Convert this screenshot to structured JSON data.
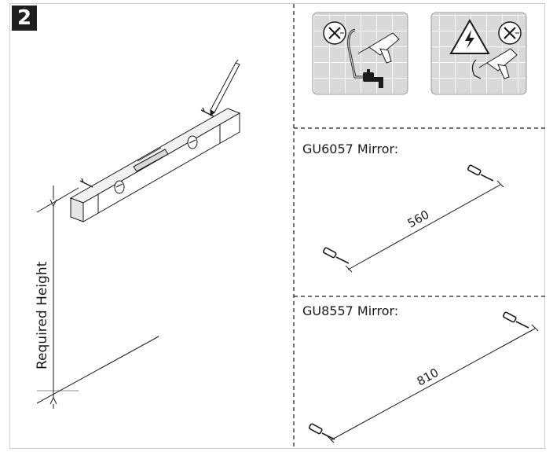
{
  "step": {
    "number": "2"
  },
  "left_panel": {
    "height_label": "Required Height"
  },
  "warnings": [
    {
      "name": "pipe-warning",
      "icons": [
        "no-drill-icon",
        "water-pipe-icon",
        "tap-icon",
        "drill-icon"
      ]
    },
    {
      "name": "electric-warning",
      "icons": [
        "no-drill-icon",
        "high-voltage-icon",
        "cable-icon",
        "drill-icon"
      ]
    }
  ],
  "mirrors": [
    {
      "label": "GU6057 Mirror:",
      "distance": "560"
    },
    {
      "label": "GU8557 Mirror:",
      "distance": "810"
    }
  ],
  "colors": {
    "line": "#1a1a1a",
    "panel_bg": "#d9d9d9",
    "tile_border": "#ffffff",
    "badge_bg": "#1f1f1f"
  }
}
